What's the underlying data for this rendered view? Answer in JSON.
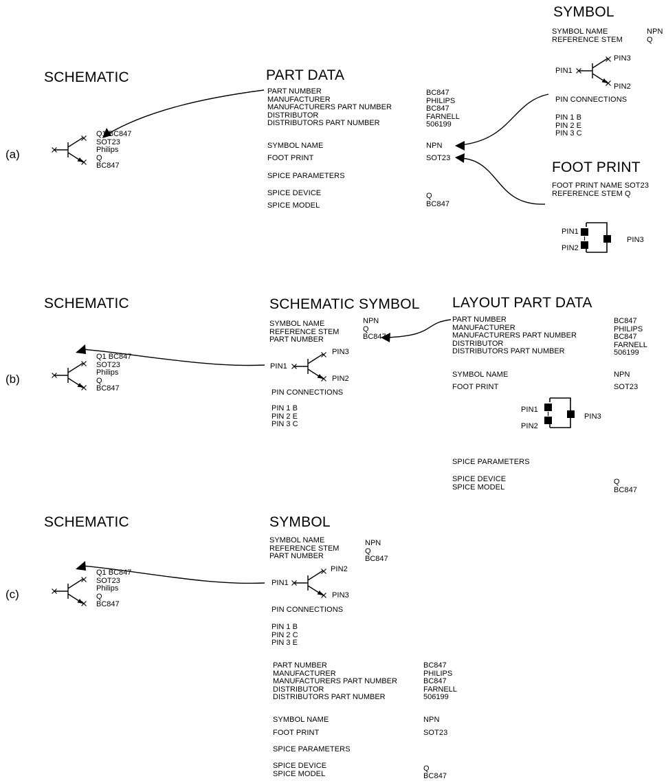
{
  "a": {
    "label": "(a)",
    "schematic": {
      "title": "SCHEMATIC",
      "lines": [
        "Q1 BC847",
        "SOT23",
        "Philips",
        "Q",
        "BC847"
      ]
    },
    "part_data": {
      "title": "PART DATA",
      "fields": [
        "PART NUMBER",
        "MANUFACTURER",
        "MANUFACTURERS PART NUMBER",
        "DISTRIBUTOR",
        "DISTRIBUTORS PART NUMBER"
      ],
      "values": [
        "BC847",
        "PHILIPS",
        "BC847",
        "FARNELL",
        "506199"
      ],
      "symbol_name_label": "SYMBOL NAME",
      "symbol_name_value": "NPN",
      "foot_print_label": "FOOT PRINT",
      "foot_print_value": "SOT23",
      "spice_parameters": "SPICE PARAMETERS",
      "spice_device_label": "SPICE DEVICE",
      "spice_device_value": "Q",
      "spice_model_label": "SPICE MODEL",
      "spice_model_value": "BC847"
    },
    "symbol": {
      "title": "SYMBOL",
      "symbol_name_label": "SYMBOL NAME",
      "symbol_name_value": "NPN",
      "reference_stem_label": "REFERENCE STEM",
      "reference_stem_value": "Q",
      "pin1": "PIN1",
      "pin2": "PIN2",
      "pin3": "PIN3",
      "pin_connections": "PIN CONNECTIONS",
      "pins": [
        "PIN 1  B",
        "PIN 2  E",
        "PIN 3  C"
      ]
    },
    "footprint": {
      "title": "FOOT PRINT",
      "name_line": "FOOT PRINT NAME SOT23",
      "stem_line": "REFERENCE STEM Q",
      "pin1": "PIN1",
      "pin2": "PIN2",
      "pin3": "PIN3"
    }
  },
  "b": {
    "label": "(b)",
    "schematic": {
      "title": "SCHEMATIC",
      "lines": [
        "Q1 BC847",
        "SOT23",
        "Philips",
        "Q",
        "BC847"
      ]
    },
    "schematic_symbol": {
      "title": "SCHEMATIC SYMBOL",
      "fields": [
        "SYMBOL NAME",
        "REFERENCE STEM",
        "PART NUMBER"
      ],
      "values": [
        "NPN",
        "Q",
        "BC847"
      ],
      "pin1": "PIN1",
      "pin2": "PIN2",
      "pin3": "PIN3",
      "pin_connections": "PIN CONNECTIONS",
      "pins": [
        "PIN 1 B",
        "PIN 2 E",
        "PIN 3 C"
      ]
    },
    "layout_part_data": {
      "title": "LAYOUT PART DATA",
      "fields": [
        "PART NUMBER",
        "MANUFACTURER",
        "MANUFACTURERS PART NUMBER",
        "DISTRIBUTOR",
        "DISTRIBUTORS PART NUMBER"
      ],
      "values": [
        "BC847",
        "PHILIPS",
        "BC847",
        "FARNELL",
        "506199"
      ],
      "symbol_name_label": "SYMBOL NAME",
      "symbol_name_value": "NPN",
      "foot_print_label": "FOOT PRINT",
      "foot_print_value": "SOT23",
      "pin1": "PIN1",
      "pin2": "PIN2",
      "pin3": "PIN3",
      "spice_parameters": "SPICE PARAMETERS",
      "spice_device_label": "SPICE DEVICE",
      "spice_device_value": "Q",
      "spice_model_label": "SPICE MODEL",
      "spice_model_value": "BC847"
    }
  },
  "c": {
    "label": "(c)",
    "schematic": {
      "title": "SCHEMATIC",
      "lines": [
        "Q1 BC847",
        "SOT23",
        "Philips",
        "Q",
        "BC847"
      ]
    },
    "symbol": {
      "title": "SYMBOL",
      "fields": [
        "SYMBOL NAME",
        "REFERENCE STEM",
        "PART NUMBER"
      ],
      "values": [
        "NPN",
        "Q",
        "BC847"
      ],
      "pin1": "PIN1",
      "pin2": "PIN2",
      "pin3": "PIN3",
      "pin_connections": "PIN CONNECTIONS",
      "pins": [
        "PIN 1 B",
        "PIN 2 C",
        "PIN 3 E"
      ],
      "part_fields": [
        "PART NUMBER",
        "MANUFACTURER",
        "MANUFACTURERS PART NUMBER",
        "DISTRIBUTOR",
        "DISTRIBUTORS PART NUMBER"
      ],
      "part_values": [
        "BC847",
        "PHILIPS",
        "BC847",
        "FARNELL",
        "506199"
      ],
      "symbol_name_label": "SYMBOL NAME",
      "symbol_name_value": "NPN",
      "foot_print_label": "FOOT PRINT",
      "foot_print_value": "SOT23",
      "spice_parameters": "SPICE PARAMETERS",
      "spice_device_label": "SPICE DEVICE",
      "spice_device_value": "Q",
      "spice_model_label": "SPICE MODEL",
      "spice_model_value": "BC847"
    }
  }
}
